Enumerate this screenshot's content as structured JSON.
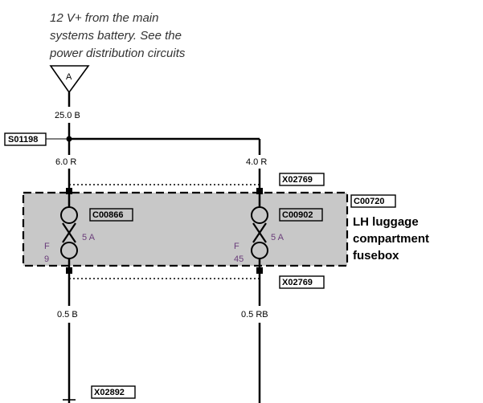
{
  "note": {
    "lines": [
      "12 V+ from the main",
      "systems battery. See the",
      "power distribution circuits"
    ]
  },
  "connector_a": "A",
  "wires": {
    "main": "25.0 B",
    "left_top": "6.0 R",
    "right_top": "4.0 R",
    "left_bottom": "0.5 B",
    "right_bottom": "0.5 RB"
  },
  "splice": "S01198",
  "tags": {
    "x_top": "X02769",
    "x_bottom": "X02769",
    "c_fusebox": "C00720",
    "c_left": "C00866",
    "c_right": "C00902",
    "x_left_bottom": "X02892"
  },
  "fusebox": {
    "lines": [
      "LH luggage",
      "compartment",
      "fusebox"
    ]
  },
  "fuses": {
    "left": {
      "rating": "5 A",
      "prefix": "F",
      "number": "9"
    },
    "right": {
      "rating": "5 A",
      "prefix": "F",
      "number": "45"
    }
  },
  "colors": {
    "fusebox_fill": "#c8c8c8",
    "wire": "#000000",
    "fuse_label": "#6a3d7a"
  }
}
